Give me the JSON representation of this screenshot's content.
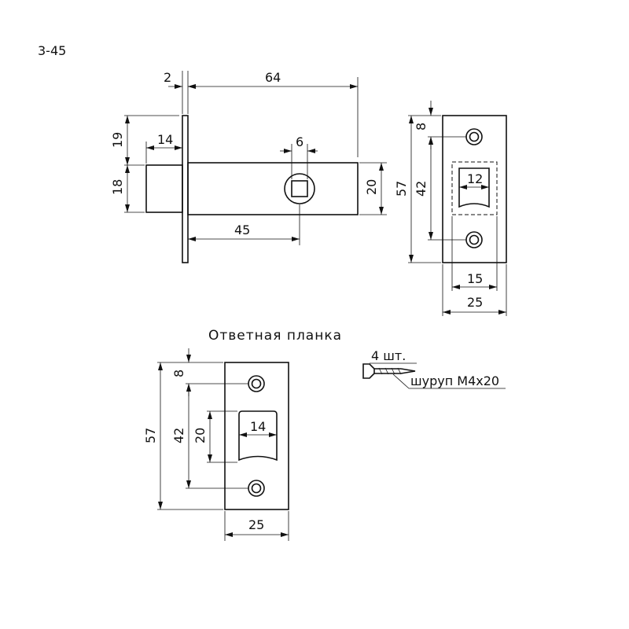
{
  "model_code": "3-45",
  "strike_plate_title": "Ответная планка",
  "screws": {
    "count_label": "4 шт.",
    "spec_label": "шуруп M4x20"
  },
  "latch_side_view": {
    "flange_thickness": "2",
    "body_length": "64",
    "flange_top_offset": "19",
    "bolt_length": "14",
    "bolt_height": "18",
    "spindle_square": "6",
    "body_height": "20",
    "backset": "45"
  },
  "faceplate_view": {
    "screw_offset": "8",
    "plate_height": "57",
    "screw_spacing": "42",
    "bolt_window_width": "12",
    "window_width": "15",
    "plate_width": "25"
  },
  "strike_plate_view": {
    "screw_offset": "8",
    "plate_height": "57",
    "screw_spacing": "42",
    "opening_height": "20",
    "opening_width": "14",
    "plate_width": "25"
  }
}
